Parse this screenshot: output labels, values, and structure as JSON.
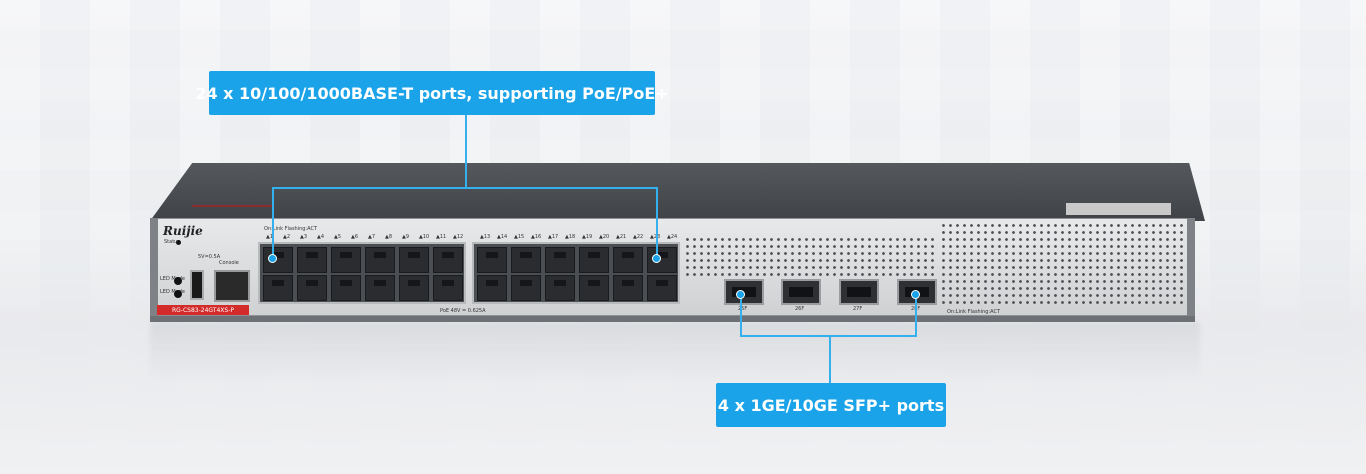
{
  "callouts": {
    "top": "24 x 10/100/1000BASE-T ports, supporting PoE/PoE+",
    "bottom": "4 x 1GE/10GE SFP+ ports"
  },
  "device": {
    "brand": "Ruijie",
    "model": "RG-CS83-24GT4XS-P",
    "status_label": "Status",
    "usb_label": "5V=0.5A",
    "console_label": "Console",
    "led_mode_label_1": "LED Mode",
    "led_mode_label_2": "LED Mode",
    "port_legend": "On:Link  Flashing:ACT",
    "poe_label": "PoE  48V  = 0.625A",
    "sfp_legend": "On:Link  Flashing:ACT",
    "port_numbers_left": [
      "1",
      "2",
      "3",
      "4",
      "5",
      "6",
      "7",
      "8",
      "9",
      "10",
      "11",
      "12"
    ],
    "port_numbers_right": [
      "13",
      "14",
      "15",
      "16",
      "17",
      "18",
      "19",
      "20",
      "21",
      "22",
      "23",
      "24"
    ],
    "sfp_labels": [
      "25F",
      "26F",
      "27F",
      "28F"
    ]
  },
  "colors": {
    "accent": "#1aa3e8",
    "model_label": "#d32a2a"
  }
}
